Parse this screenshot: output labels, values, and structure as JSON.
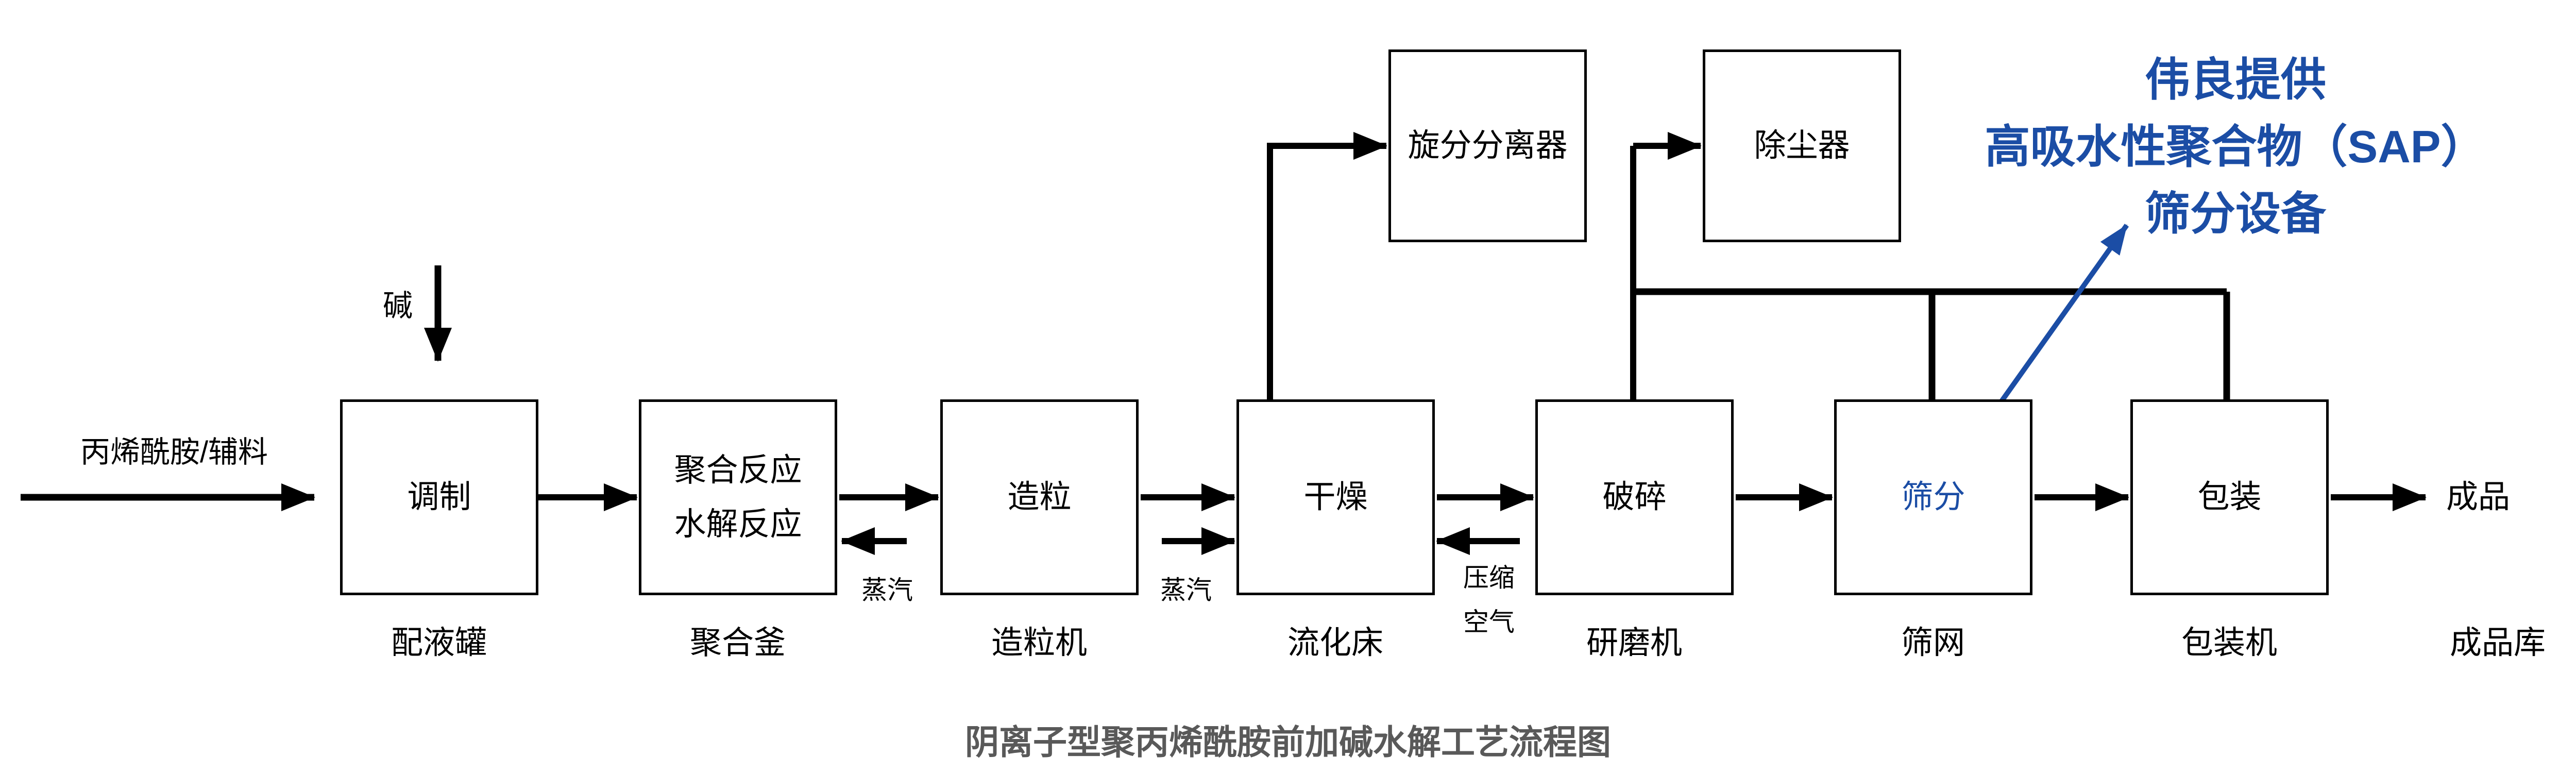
{
  "title": "阴离子型聚丙烯酰胺前加碱水解工艺流程图",
  "colors": {
    "accent_blue": "#1B4DA5",
    "line_black": "#000000",
    "title_gray": "#595959",
    "background": "#FFFFFF"
  },
  "inputs": {
    "feed": "丙烯酰胺/辅料",
    "alkali": "碱",
    "steam_1": "蒸汽",
    "steam_2": "蒸汽",
    "compressed_air_line1": "压缩",
    "compressed_air_line2": "空气"
  },
  "steps": [
    {
      "box": "调制",
      "label": "配液罐"
    },
    {
      "lines": [
        "聚合反应",
        "水解反应"
      ],
      "label": "聚合釜"
    },
    {
      "box": "造粒",
      "label": "造粒机"
    },
    {
      "box": "干燥",
      "label": "流化床"
    },
    {
      "box": "破碎",
      "label": "研磨机"
    },
    {
      "box": "筛分",
      "label": "筛网"
    },
    {
      "box": "包装",
      "label": "包装机"
    }
  ],
  "aux_equipment": [
    {
      "box": "旋分分离器"
    },
    {
      "box": "除尘器"
    }
  ],
  "output": {
    "product": "成品",
    "warehouse": "成品库"
  },
  "annotation": {
    "line1": "伟良提供",
    "line2": "高吸水性聚合物（SAP）",
    "line3": "筛分设备"
  }
}
